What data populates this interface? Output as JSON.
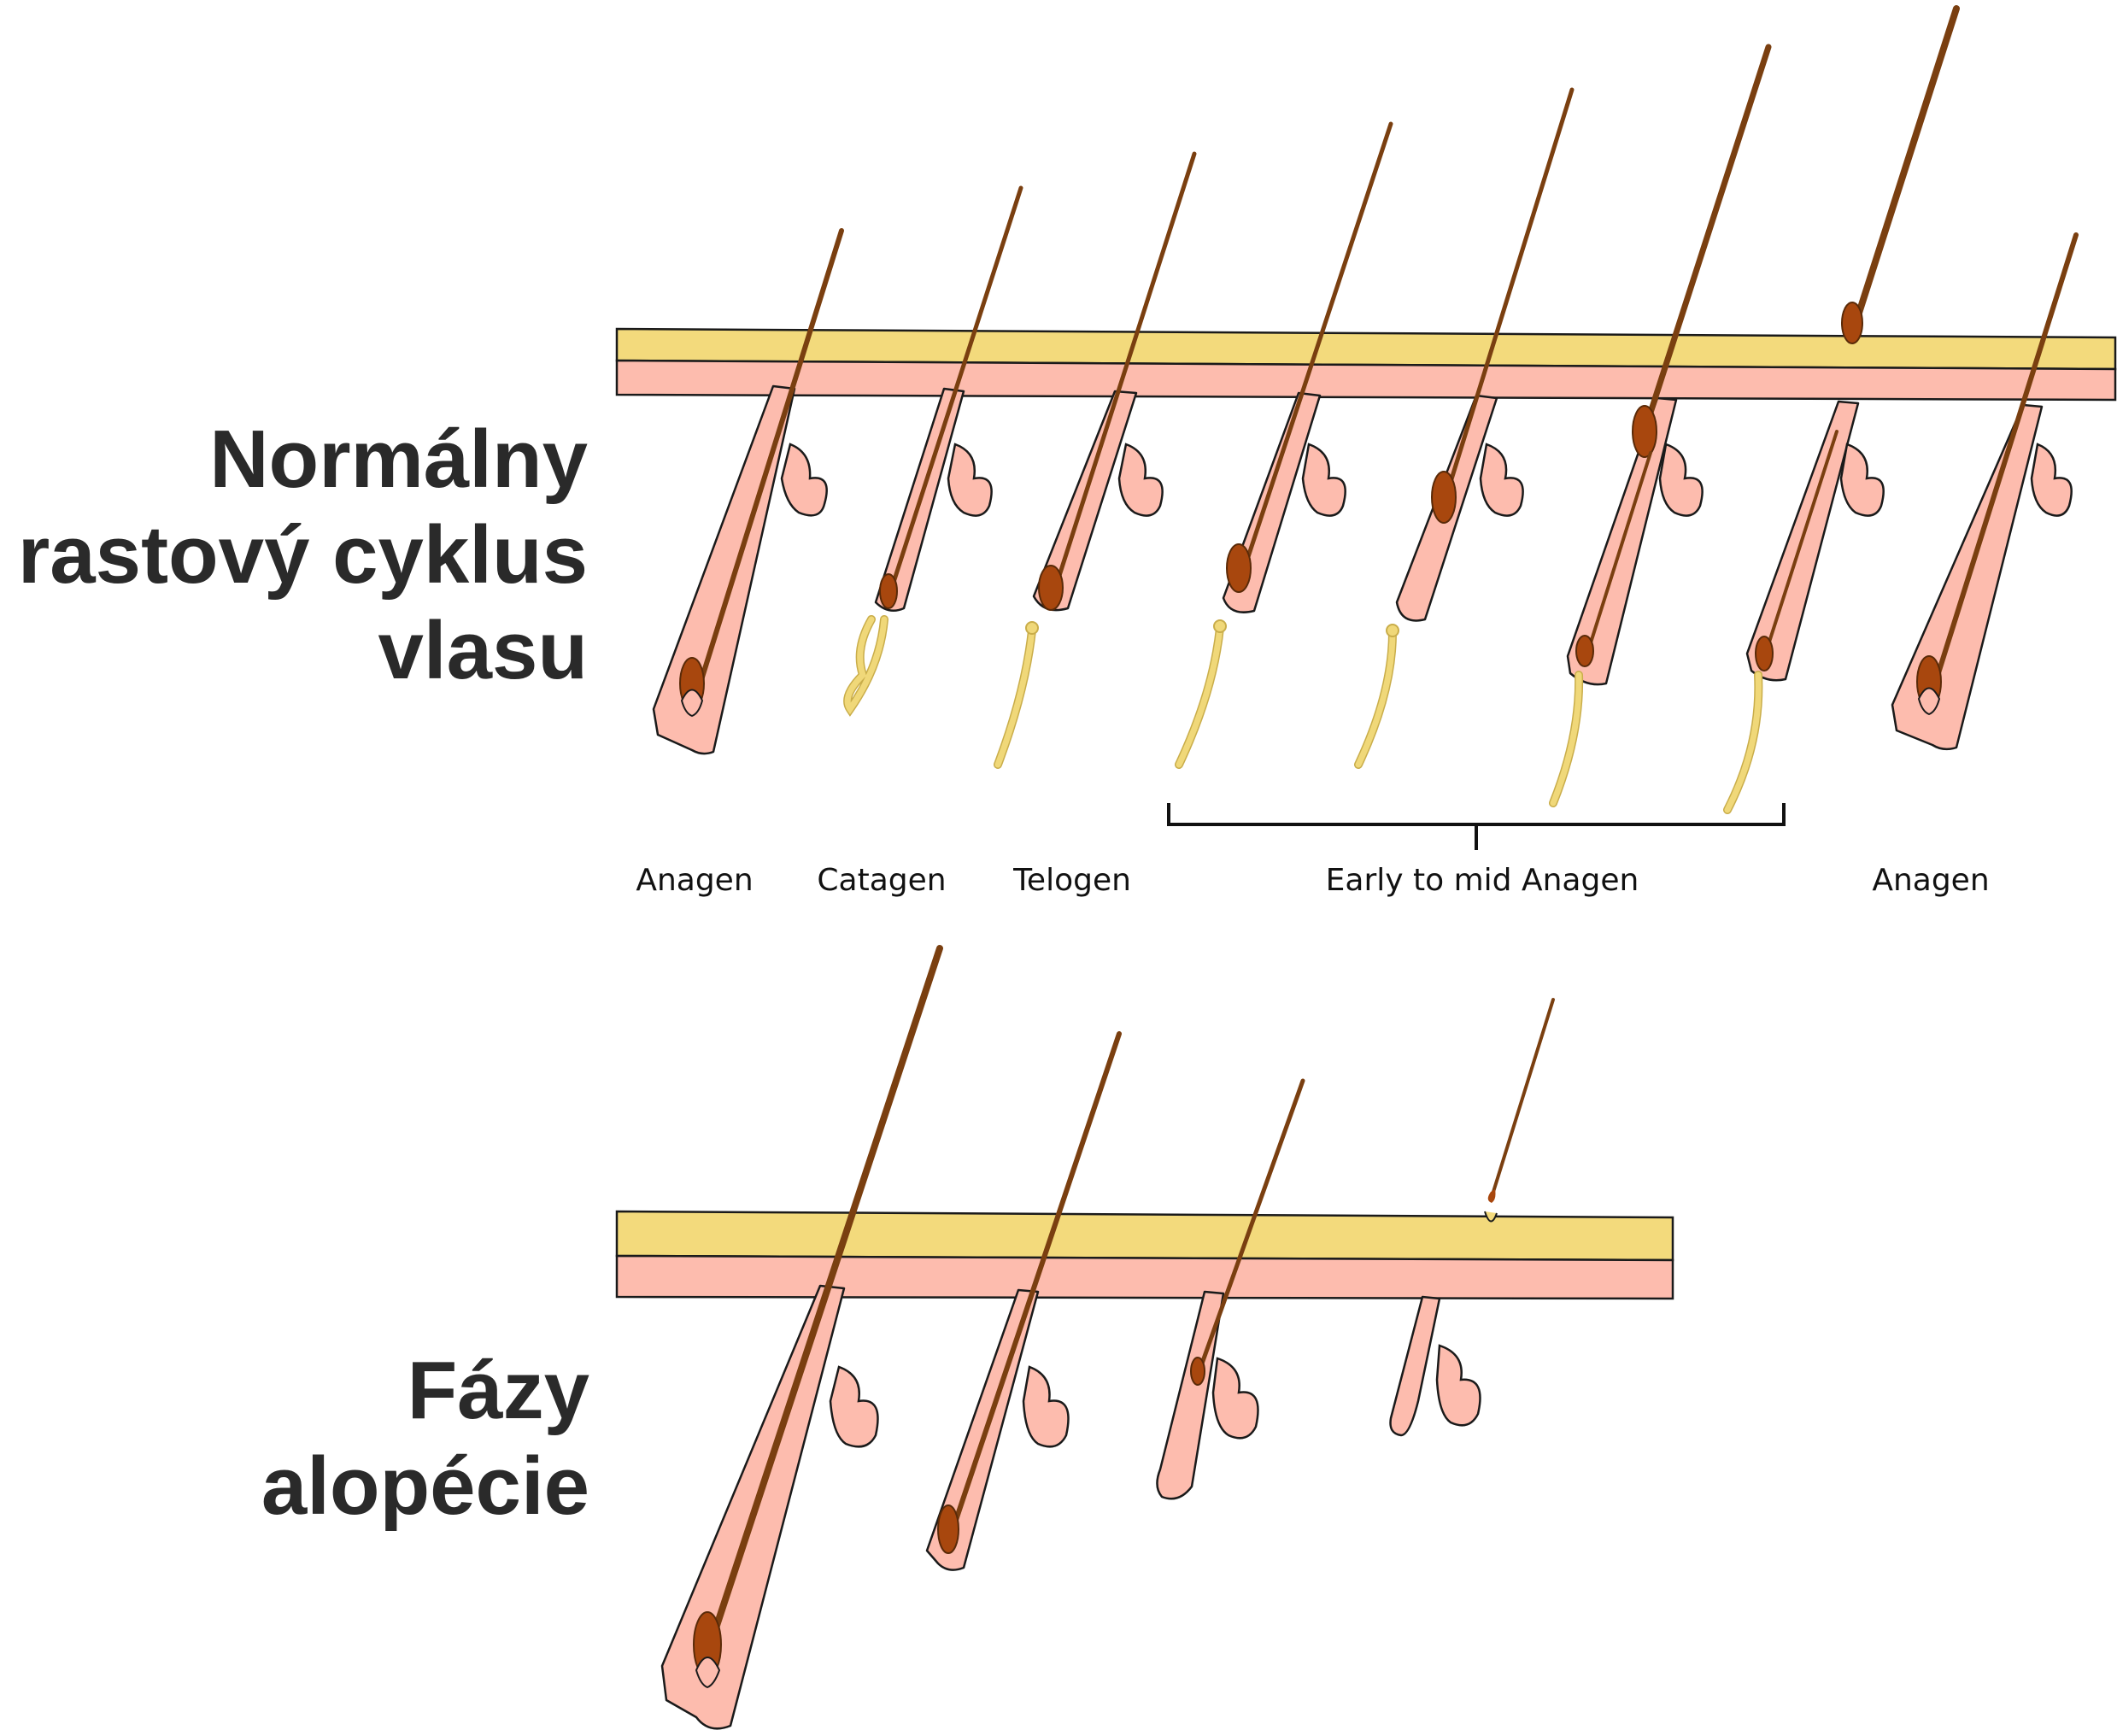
{
  "headings": {
    "normal_line1": "Normálny",
    "normal_line2": "rastový cyklus",
    "normal_line3": "vlasu",
    "alopecia_line1": "Fázy",
    "alopecia_line2": "alopécie"
  },
  "stage_labels": {
    "anagen_first": "Anagen",
    "catagen": "Catagen",
    "telogen": "Telogen",
    "early_mid_anagen": "Early to mid Anagen",
    "anagen_last": "Anagen"
  },
  "colors": {
    "epidermis": "#f3da7c",
    "dermis": "#fdbcae",
    "hair": "#7a3f10",
    "bulb": "#a8470e",
    "club_strand": "#f0d879",
    "text": "#2a2a2a"
  }
}
